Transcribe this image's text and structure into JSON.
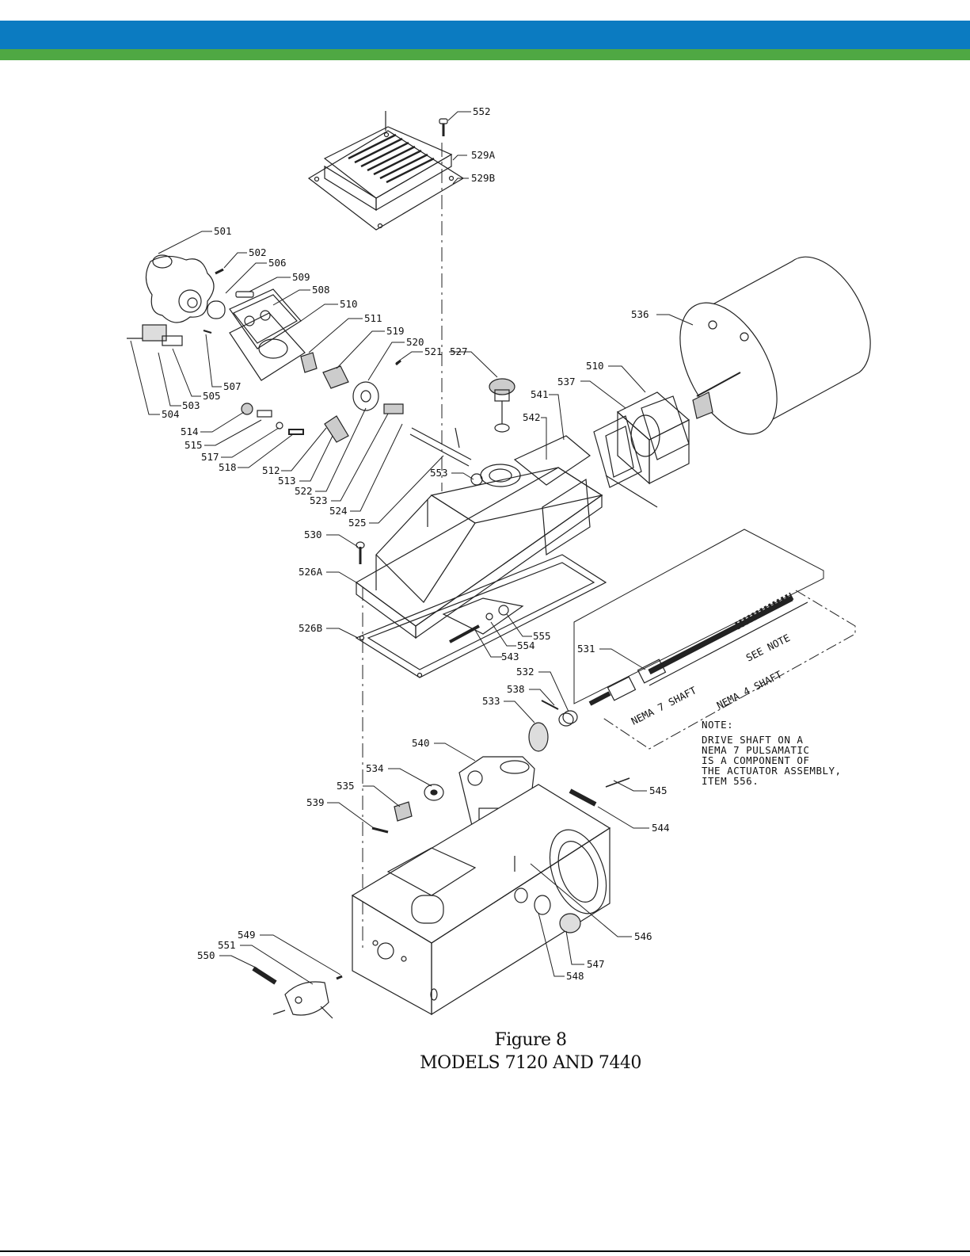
{
  "header": {
    "band_colors": {
      "blue": "#0b7bc1",
      "green": "#4fa843"
    }
  },
  "figure": {
    "caption_title": "Figure 8",
    "caption_subtitle": "MODELS 7120 AND 7440"
  },
  "note": {
    "heading": "NOTE:",
    "lines": [
      "DRIVE SHAFT ON A",
      "NEMA 7 PULSAMATIC",
      "IS A COMPONENT OF",
      "THE ACTUATOR ASSEMBLY,",
      "ITEM 556."
    ]
  },
  "shaft_labels": {
    "see_note": "SEE NOTE",
    "nema7": "NEMA 7 SHAFT",
    "nema4": "NEMA 4 SHAFT"
  },
  "callouts": [
    "552",
    "529A",
    "529B",
    "501",
    "502",
    "506",
    "509",
    "508",
    "510",
    "511",
    "519",
    "520",
    "521",
    "527",
    "536",
    "541",
    "542",
    "510",
    "537",
    "507",
    "505",
    "503",
    "504",
    "514",
    "515",
    "517",
    "518",
    "512",
    "513",
    "522",
    "523",
    "524",
    "525",
    "553",
    "530",
    "526A",
    "526B",
    "543",
    "554",
    "555",
    "531",
    "532",
    "538",
    "533",
    "540",
    "534",
    "535",
    "539",
    "545",
    "544",
    "546",
    "547",
    "548",
    "549",
    "551",
    "550"
  ]
}
